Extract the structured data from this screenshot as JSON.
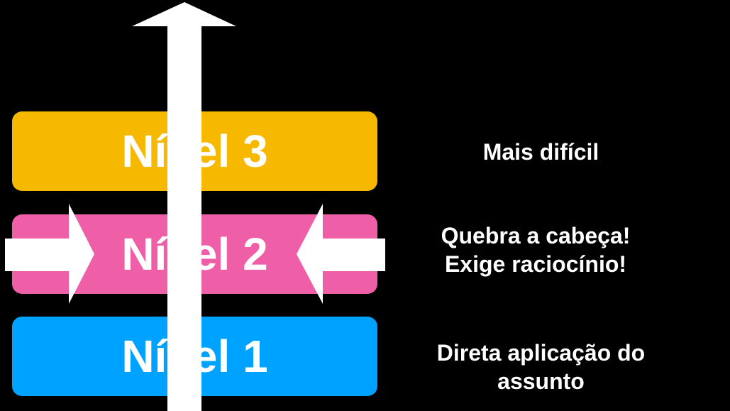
{
  "levels": [
    {
      "label": "Nível 3",
      "description": [
        "Mais difícil"
      ],
      "color": "#F7B900"
    },
    {
      "label": "Nível 2",
      "description": [
        "Quebra a cabeça!",
        "Exige raciocínio!"
      ],
      "color": "#EF5FA7"
    },
    {
      "label": "Nível 1",
      "description": [
        "Direta aplicação do",
        "assunto"
      ],
      "color": "#00A2FF"
    }
  ]
}
